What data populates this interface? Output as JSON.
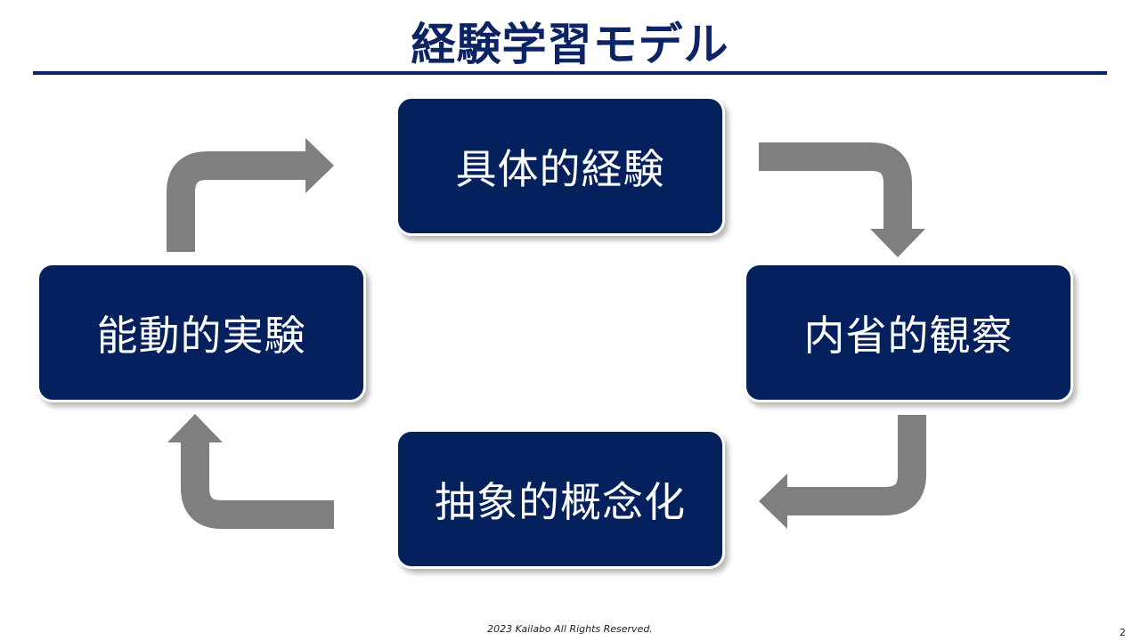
{
  "slide": {
    "title": "経験学習モデル",
    "footer": "2023  Kailabo All Rights Reserved.",
    "page_number": "2"
  },
  "cycle": {
    "stages": [
      {
        "id": "concrete-experience",
        "label": "具体的経験"
      },
      {
        "id": "reflective-observation",
        "label": "内省的観察"
      },
      {
        "id": "abstract-conceptualization",
        "label": "抽象的概念化"
      },
      {
        "id": "active-experimentation",
        "label": "能動的実験"
      }
    ],
    "flow": [
      "具体的経験",
      "内省的観察",
      "抽象的概念化",
      "能動的実験",
      "具体的経験"
    ]
  },
  "colors": {
    "box_fill": "#04205d",
    "title_text": "#0c2466",
    "arrow": "#7f7f7f",
    "box_text": "#ffffff"
  }
}
